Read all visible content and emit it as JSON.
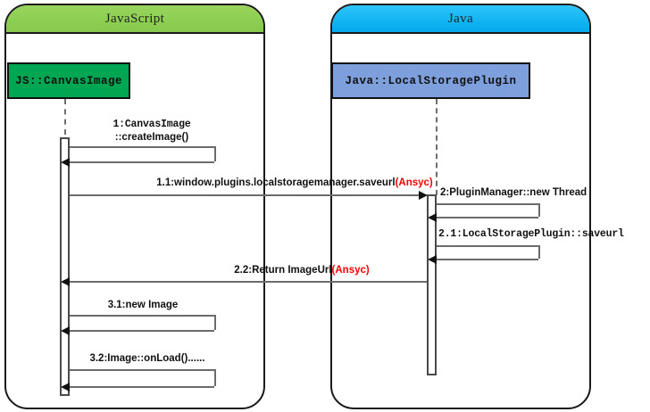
{
  "diagram": {
    "type": "sequence-diagram",
    "panels": [
      {
        "id": "javascript",
        "title": "JavaScript",
        "header_color": "#8ccf52"
      },
      {
        "id": "java",
        "title": "Java",
        "header_color": "#12b4f2"
      }
    ],
    "participants": [
      {
        "id": "js-canvasimage",
        "label": "JS::CanvasImage",
        "color": "#00a651",
        "panel": "javascript"
      },
      {
        "id": "java-localstorageplugin",
        "label": "Java::LocalStoragePlugin",
        "color": "#7d9fdc",
        "panel": "java"
      }
    ],
    "messages": [
      {
        "seq": "1",
        "text": "1:CanvasImage",
        "text2": "::createImage()",
        "kind": "self-call",
        "from": "js-canvasimage",
        "to": "js-canvasimage"
      },
      {
        "seq": "1.1",
        "text": "1.1:window.plugins.localstoragemanager.saveurl",
        "annotation": "(Ansyc)",
        "annotation_color": "#ff0000",
        "kind": "call",
        "from": "js-canvasimage",
        "to": "java-localstorageplugin"
      },
      {
        "seq": "2",
        "text": "2:PluginManager::new Thread",
        "kind": "self-call",
        "from": "java-localstorageplugin",
        "to": "java-localstorageplugin"
      },
      {
        "seq": "2.1",
        "text": "2.1:LocalStoragePlugin::saveurl",
        "kind": "self-call",
        "from": "java-localstorageplugin",
        "to": "java-localstorageplugin"
      },
      {
        "seq": "2.2",
        "text": "2.2:Return ImageUrl",
        "annotation": "(Ansyc)",
        "annotation_color": "#ff0000",
        "kind": "return",
        "from": "java-localstorageplugin",
        "to": "js-canvasimage"
      },
      {
        "seq": "3.1",
        "text": "3.1:new Image",
        "kind": "self-call",
        "from": "js-canvasimage",
        "to": "js-canvasimage"
      },
      {
        "seq": "3.2",
        "text": "3.2:Image::onLoad()......",
        "kind": "self-call",
        "from": "js-canvasimage",
        "to": "js-canvasimage"
      }
    ]
  }
}
